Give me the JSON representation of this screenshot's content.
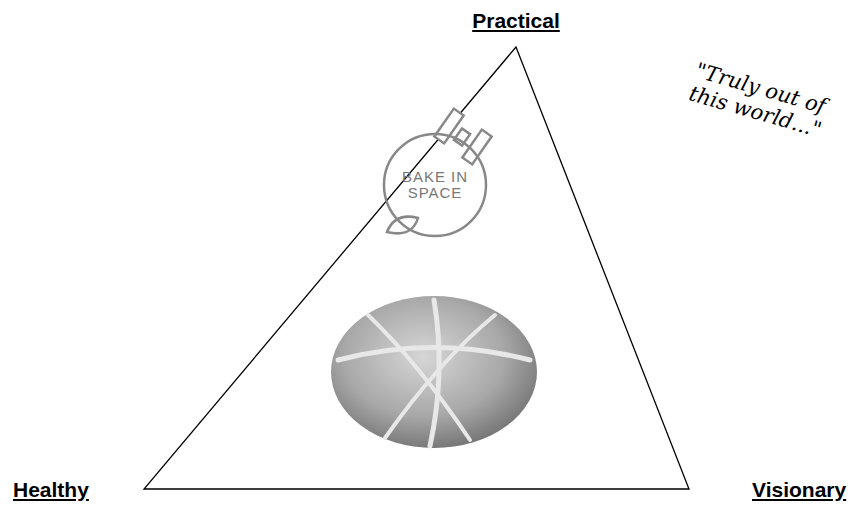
{
  "diagram": {
    "nodes": [
      {
        "text": [
          "BAKE IN SPACE"
        ]
      }
    ],
    "labels": [
      "Practical",
      "Healthy",
      "Visionary",
      "\"Truly out of this world...\""
    ]
  }
}
